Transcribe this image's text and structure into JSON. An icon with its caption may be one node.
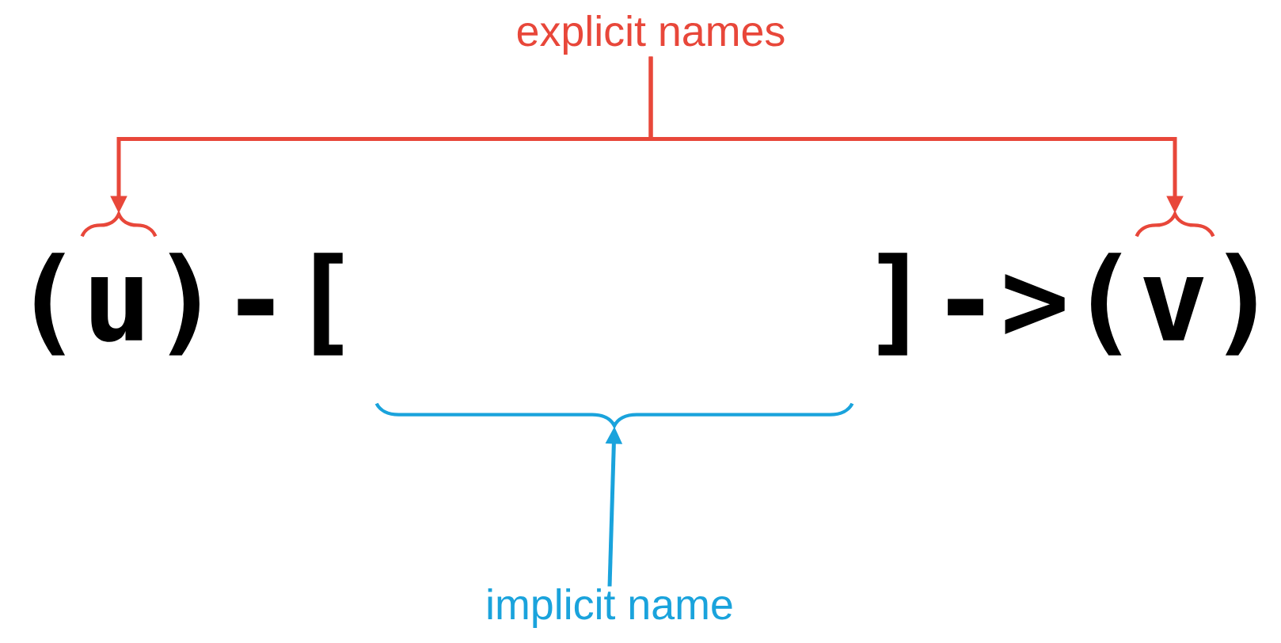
{
  "diagram": {
    "nodes": [
      {
        "text": [
          "explicit names"
        ]
      },
      {
        "text": [],
        "shape": "brace"
      },
      {
        "text": [],
        "shape": "brace"
      },
      {
        "text": [
          "implicit name"
        ]
      },
      {
        "text": [],
        "shape": "brace"
      }
    ],
    "edges": [
      {
        "from": 0,
        "to": 1,
        "arrow": "to"
      },
      {
        "from": 0,
        "to": 2,
        "arrow": "to"
      },
      {
        "from": 3,
        "to": 4,
        "arrow": "to",
        "color": "#1aa3dc"
      }
    ],
    "labels": [
      "(u)-[",
      "]->(v)"
    ]
  }
}
